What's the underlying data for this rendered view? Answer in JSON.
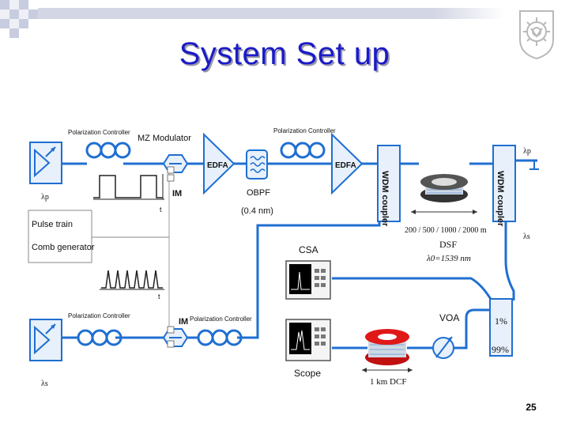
{
  "slide": {
    "title": "System Set up",
    "number": "25"
  },
  "diagram": {
    "labels": {
      "polarization_controller_1": "Polarization Controller",
      "mz_modulator": "MZ Modulator",
      "polarization_controller_2": "Polarization Controller",
      "edfa_1": "EDFA",
      "edfa_2": "EDFA",
      "obpf": "OBPF",
      "obpf_bw": "(0.4 nm)",
      "im_1": "IM",
      "im_2": "IM",
      "wdm_coupler_1": "WDM coupler",
      "wdm_coupler_2": "WDM coupler",
      "lambda_p_left": "λp",
      "lambda_p_right": "λp",
      "lambda_s_right": "λs",
      "lambda_s_bottom": "λs",
      "pulse_train": "Pulse train",
      "comb_generator": "Comb generator",
      "dsf_lengths": "200 / 500 / 1000 / 2000 m",
      "dsf": "DSF",
      "dsf_lambda0": "λ0=1539 nm",
      "csa": "CSA",
      "scope": "Scope",
      "voa": "VOA",
      "coupler_1pct": "1%",
      "coupler_99pct": "99%",
      "dcf": "1 km DCF",
      "polarization_controller_3": "Polarization Controller",
      "polarization_controller_4": "Polarization Controller",
      "axis_t_1": "t",
      "axis_t_2": "t"
    }
  },
  "colors": {
    "title": "#1b1bc8",
    "fiber": "#1f6fd1",
    "component_fill": "#1f6fd1",
    "dcf_spool": "#e01818"
  }
}
